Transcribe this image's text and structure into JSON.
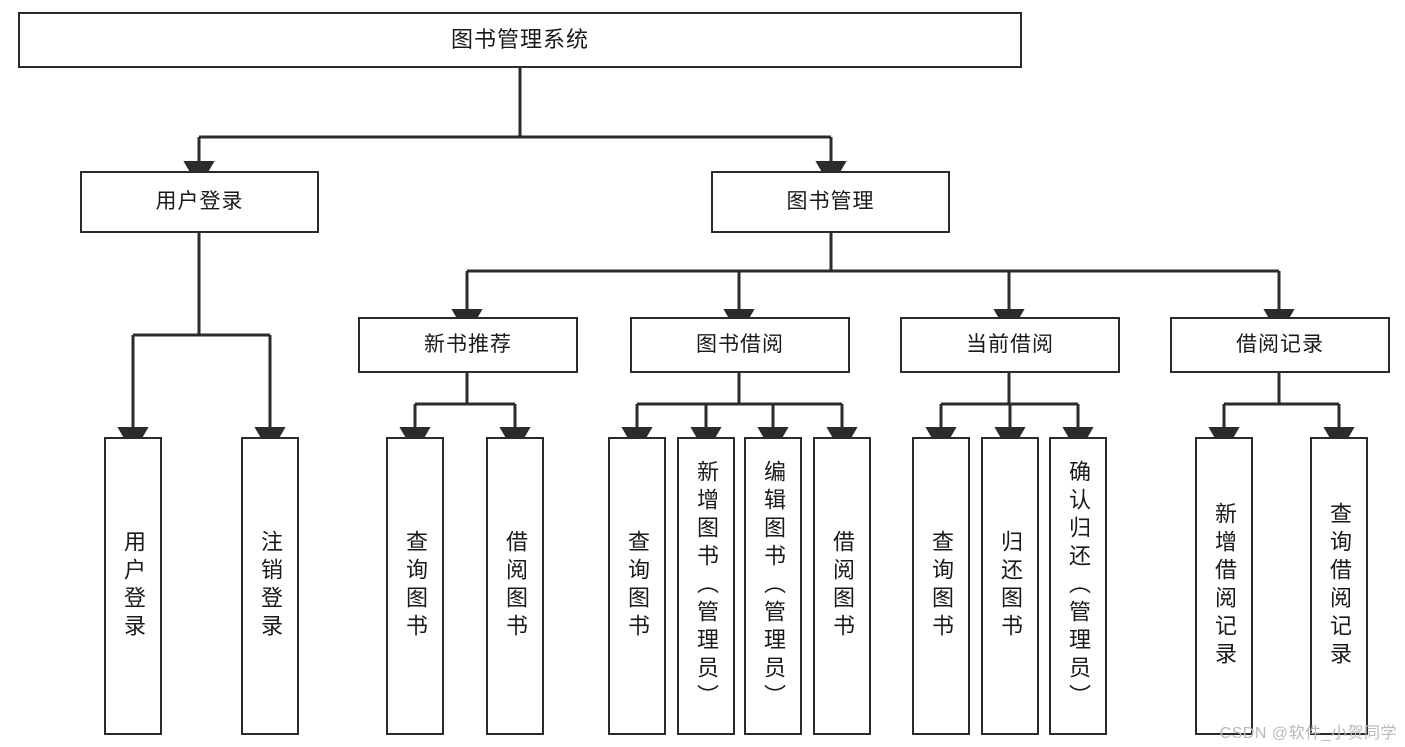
{
  "diagram": {
    "title": "图书管理系统",
    "type": "tree",
    "watermark": "CSDN @软件_小贺同学",
    "colors": {
      "stroke": "#2b2b2b",
      "fill": "#ffffff",
      "text": "#1a1a1a",
      "watermark": "#b9b9b9"
    },
    "levels": {
      "root": {
        "label": "图书管理系统"
      },
      "level2": [
        {
          "id": "user-login",
          "label": "用户登录"
        },
        {
          "id": "book-manage",
          "label": "图书管理"
        }
      ],
      "level3": [
        {
          "id": "new-book-recommend",
          "label": "新书推荐",
          "parent": "book-manage"
        },
        {
          "id": "book-borrow",
          "label": "图书借阅",
          "parent": "book-manage"
        },
        {
          "id": "current-borrow",
          "label": "当前借阅",
          "parent": "book-manage"
        },
        {
          "id": "borrow-record",
          "label": "借阅记录",
          "parent": "book-manage"
        }
      ],
      "leaves": [
        {
          "id": "leaf-user-login",
          "label": "用户登录",
          "parent": "user-login"
        },
        {
          "id": "leaf-user-logout",
          "label": "注销登录",
          "parent": "user-login"
        },
        {
          "id": "leaf-query-book-1",
          "label": "查询图书",
          "parent": "new-book-recommend"
        },
        {
          "id": "leaf-borrow-book-1",
          "label": "借阅图书",
          "parent": "new-book-recommend"
        },
        {
          "id": "leaf-query-book-2",
          "label": "查询图书",
          "parent": "book-borrow"
        },
        {
          "id": "leaf-add-book",
          "label": "新增图书（管理员）",
          "parent": "book-borrow"
        },
        {
          "id": "leaf-edit-book",
          "label": "编辑图书（管理员）",
          "parent": "book-borrow"
        },
        {
          "id": "leaf-borrow-book-2",
          "label": "借阅图书",
          "parent": "book-borrow"
        },
        {
          "id": "leaf-query-book-3",
          "label": "查询图书",
          "parent": "current-borrow"
        },
        {
          "id": "leaf-return-book",
          "label": "归还图书",
          "parent": "current-borrow"
        },
        {
          "id": "leaf-confirm-return",
          "label": "确认归还（管理员）",
          "parent": "current-borrow"
        },
        {
          "id": "leaf-add-record",
          "label": "新增借阅记录",
          "parent": "borrow-record"
        },
        {
          "id": "leaf-query-record",
          "label": "查询借阅记录",
          "parent": "borrow-record"
        }
      ]
    }
  }
}
